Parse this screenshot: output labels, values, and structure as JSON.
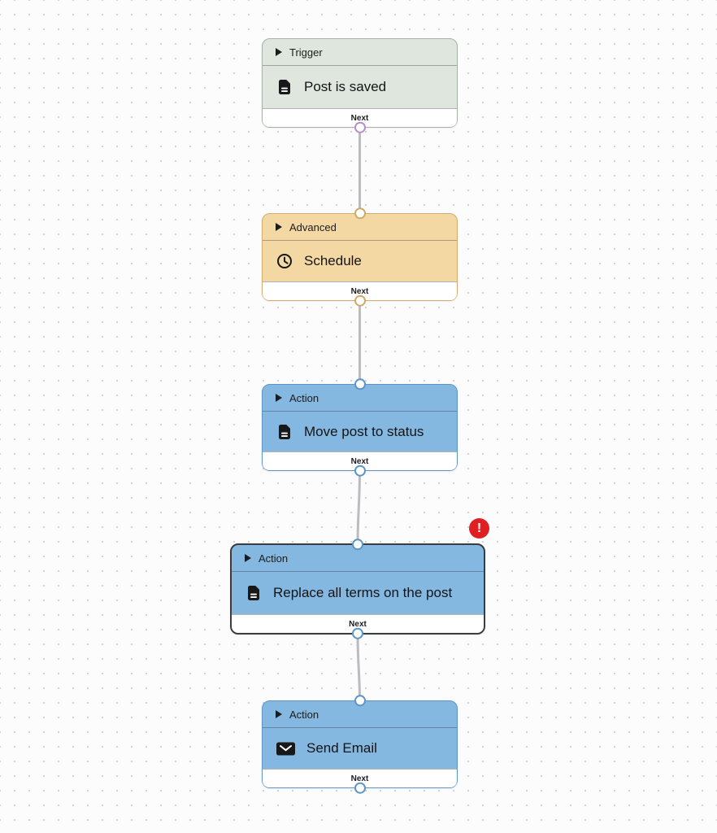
{
  "app": {
    "view": "workflow-automation-editor"
  },
  "canvas": {
    "background_color": "#fcfcfd",
    "dot_color": "#d3d3d7",
    "connector_color": "#bcbcc0",
    "error_color": "#df1f22"
  },
  "nodes": [
    {
      "category": "Trigger",
      "title": "Post is saved",
      "icon": "post-icon",
      "footer_label": "Next",
      "fill": "#dfe6de",
      "border_color": "#a7b2a6",
      "port_color": "#b58fc5",
      "has_input": false,
      "has_error": false
    },
    {
      "category": "Advanced",
      "title": "Schedule",
      "icon": "clock-icon",
      "footer_label": "Next",
      "fill": "#f4d8a3",
      "border_color": "#d2ad6e",
      "port_color": "#d1a966",
      "has_input": true,
      "has_error": false
    },
    {
      "category": "Action",
      "title": "Move post to status",
      "icon": "post-icon",
      "footer_label": "Next",
      "fill": "#84b8e0",
      "border_color": "#5d95c7",
      "port_color": "#5d95c7",
      "has_input": true,
      "has_error": false
    },
    {
      "category": "Action",
      "title": "Replace all terms on the post",
      "icon": "post-icon",
      "footer_label": "Next",
      "fill": "#84b8e0",
      "border_color": "#3a3d40",
      "port_color": "#5d95c7",
      "has_input": true,
      "has_error": true,
      "error_badge": "!"
    },
    {
      "category": "Action",
      "title": "Send Email",
      "icon": "email-icon",
      "footer_label": "Next",
      "fill": "#84b8e0",
      "border_color": "#5d95c7",
      "port_color": "#5d95c7",
      "has_input": true,
      "has_error": false
    }
  ]
}
